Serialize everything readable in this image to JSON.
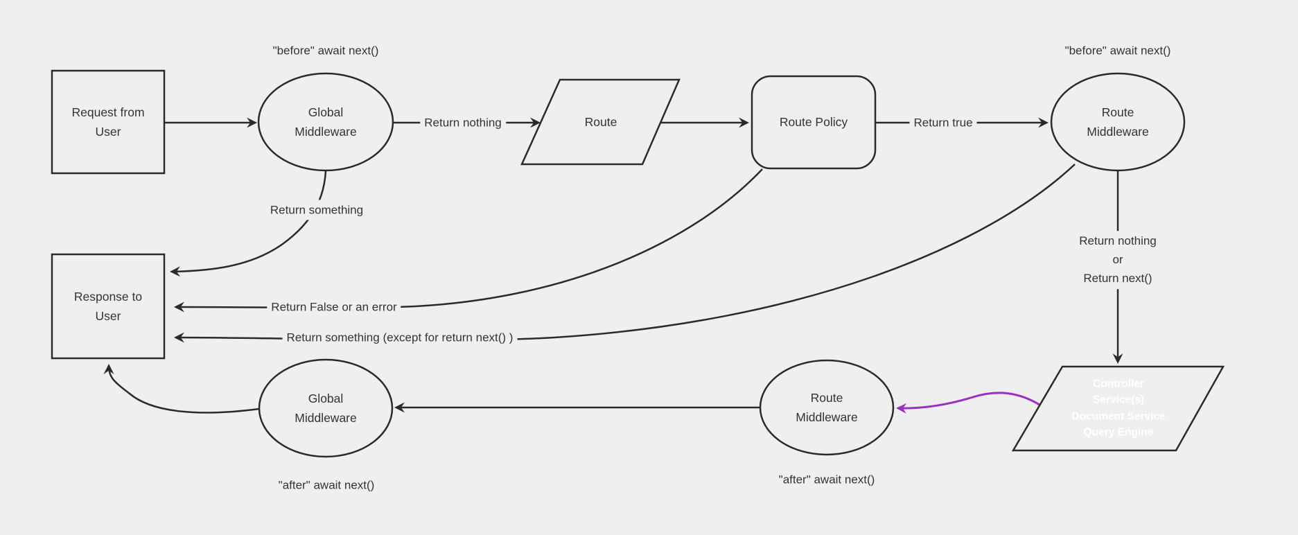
{
  "diagram": {
    "background_color": "#efefef",
    "line_color": "#2a2a2a",
    "text_color": "#333333",
    "accent_arrow_color": "#9a2fc1",
    "nodes": {
      "request_from_user": {
        "shape": "rectangle",
        "lines": [
          "Request from",
          "User"
        ]
      },
      "global_middleware_top": {
        "shape": "ellipse",
        "lines": [
          "Global",
          "Middleware"
        ]
      },
      "route": {
        "shape": "parallelogram",
        "lines": [
          "Route"
        ]
      },
      "route_policy": {
        "shape": "rounded-rectangle",
        "lines": [
          "Route Policy"
        ]
      },
      "route_middleware_top": {
        "shape": "ellipse",
        "lines": [
          "Route",
          "Middleware"
        ]
      },
      "response_to_user": {
        "shape": "rectangle",
        "lines": [
          "Response to",
          "User"
        ]
      },
      "global_middleware_bottom": {
        "shape": "ellipse",
        "lines": [
          "Global",
          "Middleware"
        ]
      },
      "route_middleware_bottom": {
        "shape": "ellipse",
        "lines": [
          "Route",
          "Middleware"
        ]
      },
      "controller_services": {
        "shape": "parallelogram",
        "fill": "#8b1fa8",
        "text_color": "#ffffff",
        "lines": [
          "Controller",
          "Service(s)",
          "Document Service",
          "Query Engine"
        ]
      }
    },
    "labels": {
      "before_await_next_global": "\"before\" await next()",
      "before_await_next_route": "\"before\" await next()",
      "return_nothing": "Return nothing",
      "return_true": "Return true",
      "return_something": "Return something",
      "return_false_or_error": "Return False or an error",
      "return_something_except": "Return something (except for return next() )",
      "return_nothing_or_next": {
        "lines": [
          "Return nothing",
          "or",
          "Return next()"
        ]
      },
      "after_await_next_global": "\"after\" await next()",
      "after_await_next_route": "\"after\" await next()"
    }
  }
}
